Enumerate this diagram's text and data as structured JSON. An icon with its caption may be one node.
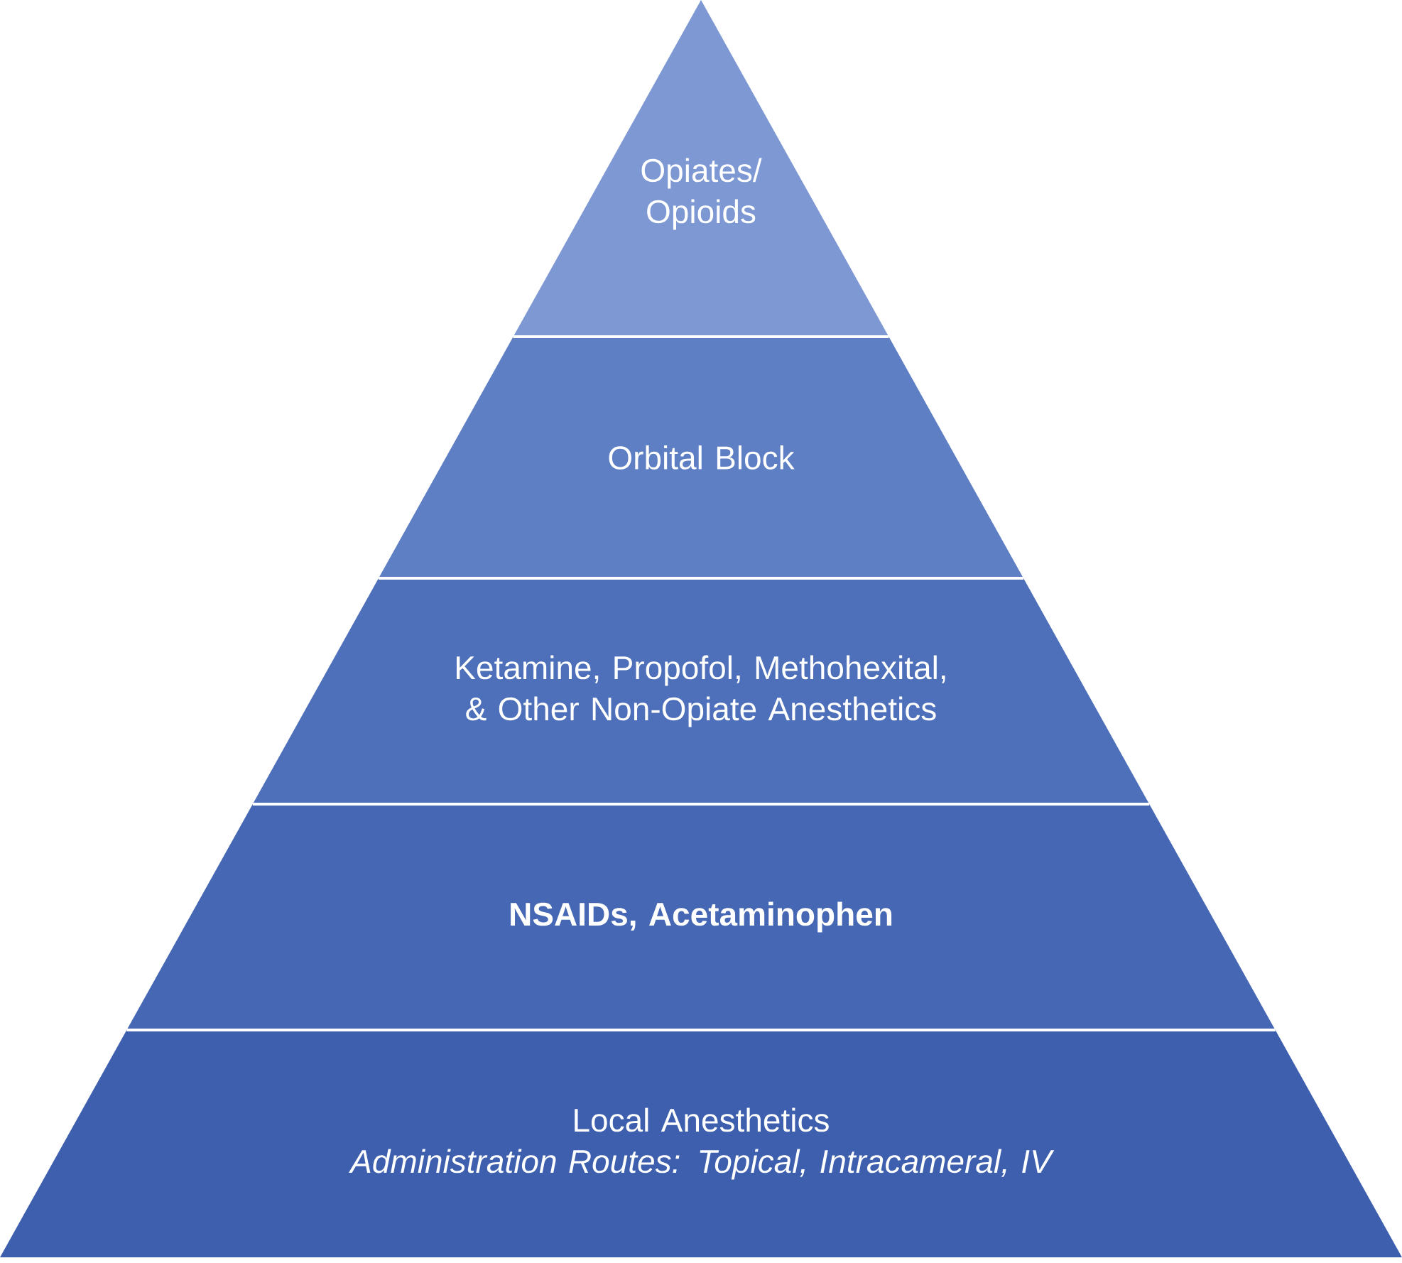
{
  "diagram": {
    "nodes": [
      {
        "text": [
          "Opiates/ Opioids"
        ]
      },
      {
        "text": [
          "Orbital Block"
        ]
      },
      {
        "text": [
          "Ketamine, Propofol, Methohexital, & Other Non-Opiate Anesthetics"
        ]
      },
      {
        "text": [
          "NSAIDs, Acetaminophen"
        ]
      },
      {
        "text": [
          "Local Anesthetics",
          "Administration Routes: Topical, Intracameral, IV"
        ]
      }
    ]
  }
}
